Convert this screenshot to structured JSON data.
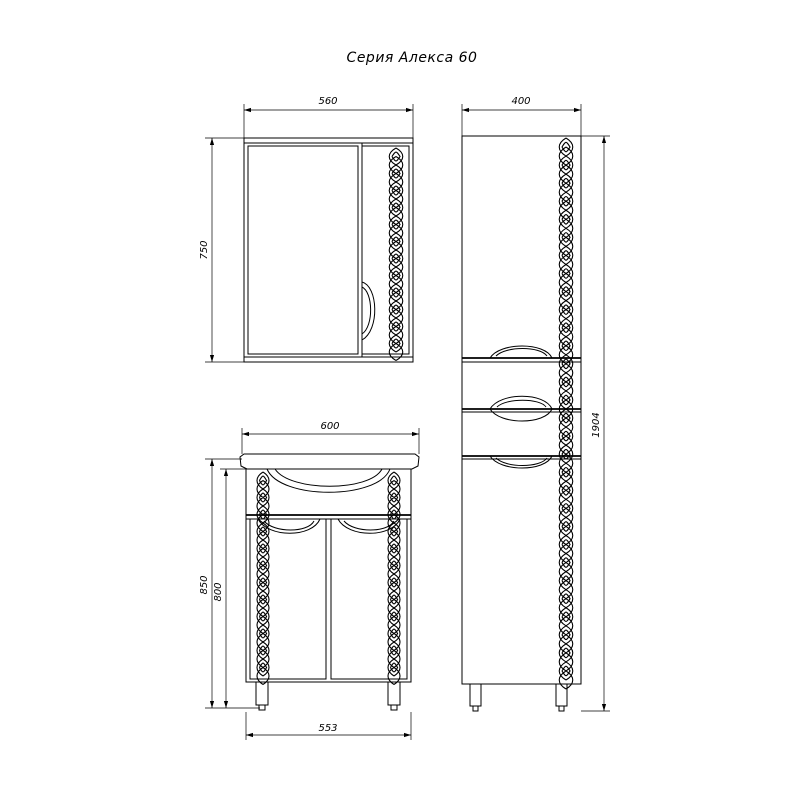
{
  "title": "Серия Алекса 60",
  "dimensions": {
    "mirror_width": "560",
    "mirror_height": "750",
    "cabinet_width": "400",
    "cabinet_height": "1904",
    "vanity_top_width": "600",
    "vanity_height_total": "850",
    "vanity_height_body": "800",
    "vanity_base_width": "553"
  }
}
